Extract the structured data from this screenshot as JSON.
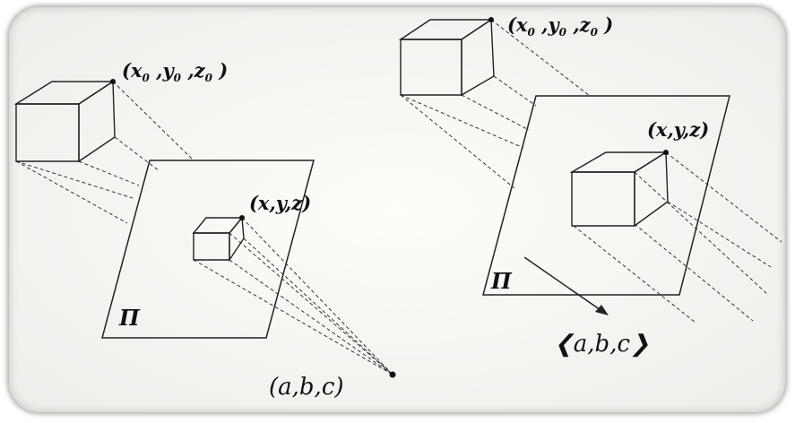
{
  "left_panel": {
    "source_label": {
      "x": "x",
      "x_sub": "0",
      "y": "y",
      "y_sub": "0",
      "z": "z",
      "z_sub": "0"
    },
    "image_label": "(x,y,z)",
    "plane_label": "Π",
    "center_label": "(a,b,c)"
  },
  "right_panel": {
    "source_label": {
      "x": "x",
      "x_sub": "0",
      "y": "y",
      "y_sub": "0",
      "z": "z",
      "z_sub": "0"
    },
    "image_label": "(x,y,z)",
    "plane_label": "Π",
    "direction_label": "❮a,b,c❯"
  }
}
